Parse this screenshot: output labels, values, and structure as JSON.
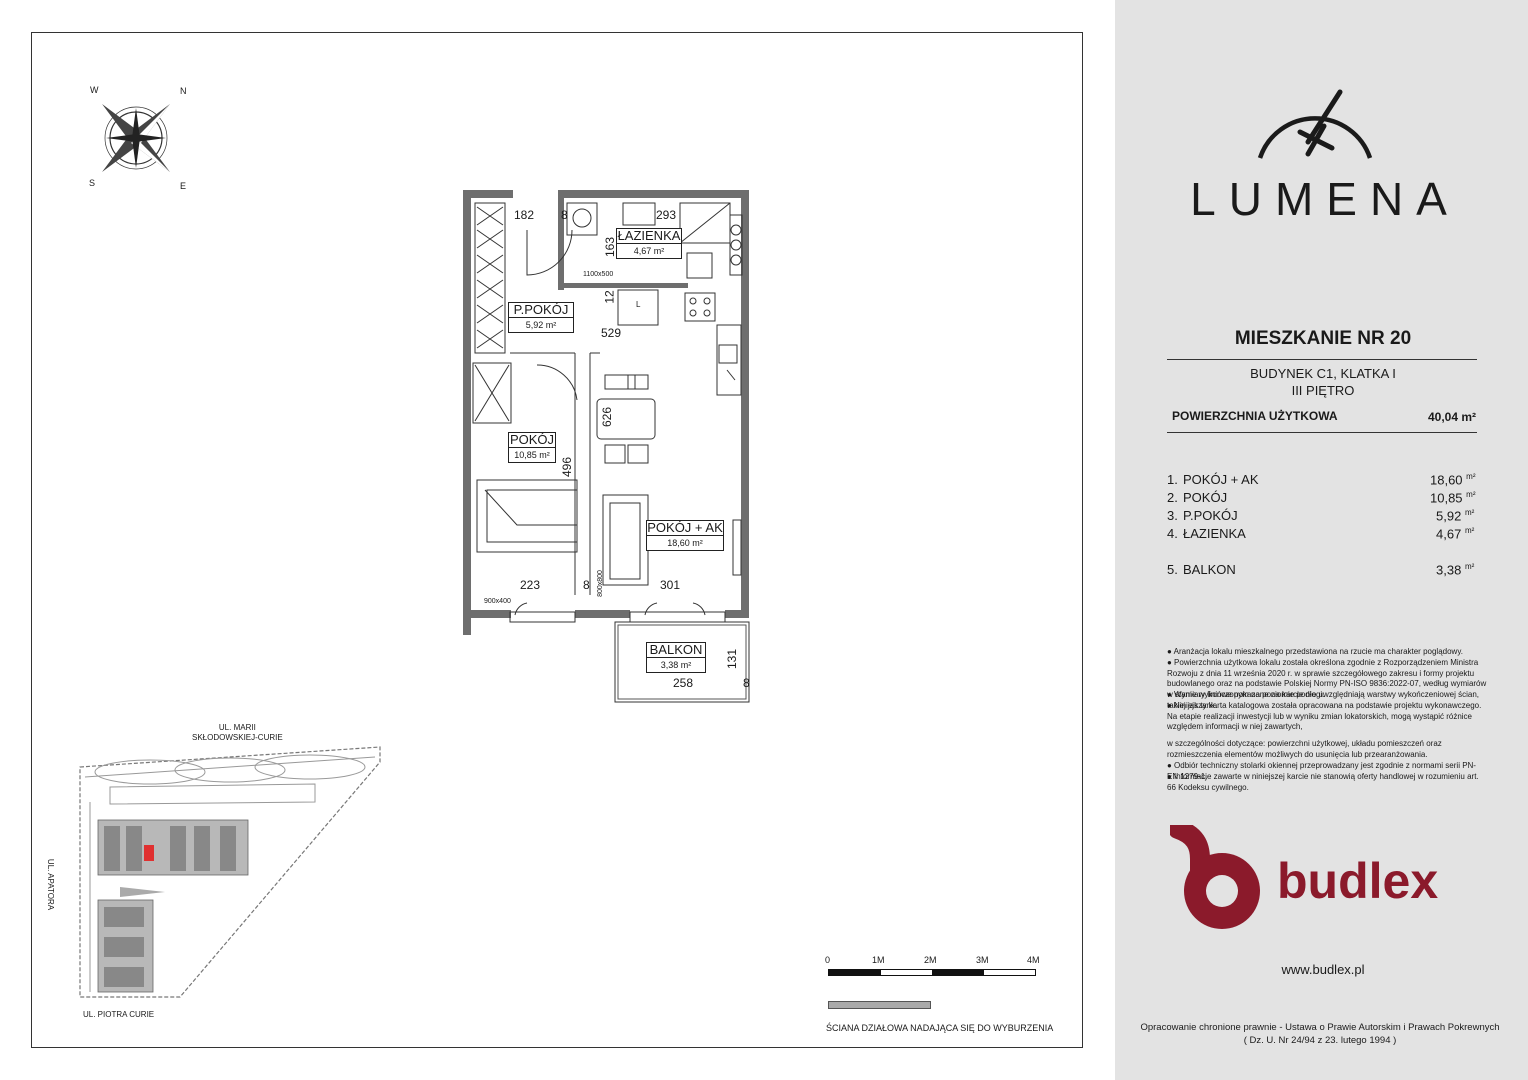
{
  "compass": {
    "n": "N",
    "e": "E",
    "s": "S",
    "w": "W"
  },
  "plan": {
    "dims": {
      "d182": "182",
      "d8a": "8",
      "d293": "293",
      "d163": "163",
      "d12": "12",
      "d529": "529",
      "d626": "626",
      "d496": "496",
      "d223": "223",
      "d8b": "8",
      "d301": "301",
      "d131": "131",
      "d258": "258",
      "d8c": "8",
      "win1": "1100x500",
      "win2": "900x400",
      "win3": "800x800"
    },
    "rooms": {
      "lazienka": {
        "name": "ŁAZIENKA",
        "area": "4,67 m²"
      },
      "ppokoj": {
        "name": "P.POKÓJ",
        "area": "5,92 m²"
      },
      "pokoj": {
        "name": "POKÓJ",
        "area": "10,85 m²"
      },
      "pokoj_ak": {
        "name": "POKÓJ + AK",
        "area": "18,60 m²"
      },
      "balkon": {
        "name": "BALKON",
        "area": "3,38 m²"
      }
    },
    "fridge": "L"
  },
  "siteplan": {
    "street_top": "UL. MARII\nSKŁODOWSKIEJ-CURIE",
    "street_left": "UL. APATORA",
    "street_bottom": "UL. PIOTRA CURIE"
  },
  "scale": {
    "ticks": [
      "0",
      "1M",
      "2M",
      "3M",
      "4M"
    ],
    "legend": "ŚCIANA DZIAŁOWA NADAJĄCA SIĘ DO WYBURZENIA"
  },
  "panel": {
    "brand": "LUMENA",
    "title": "MIESZKANIE NR 20",
    "building": "BUDYNEK C1, KLATKA I",
    "floor": "III PIĘTRO",
    "area_label": "POWIERZCHNIA UŻYTKOWA",
    "area_value": "40,04 m²",
    "rooms": [
      {
        "no": "1.",
        "name": "POKÓJ + AK",
        "area": "18,60",
        "unit": "m²"
      },
      {
        "no": "2.",
        "name": "POKÓJ",
        "area": "10,85",
        "unit": "m²"
      },
      {
        "no": "3.",
        "name": "P.POKÓJ",
        "area": "5,92",
        "unit": "m²"
      },
      {
        "no": "4.",
        "name": "ŁAZIENKA",
        "area": "4,67",
        "unit": "m²"
      },
      {
        "no": "5.",
        "name": "BALKON",
        "area": "3,38",
        "unit": "m²"
      }
    ],
    "notes": [
      "● Aranżacja lokalu mieszkalnego przedstawiona na rzucie ma charakter poglądowy.",
      "● Powierzchnia użytkowa lokalu została określona zgodnie z Rozporządzeniem Ministra Rozwoju z dnia 11 września 2020 r. w sprawie szczegółowego zakresu i formy projektu budowlanego oraz na podstawie Polskiej Normy PN-ISO 9836:2022-07, według wymiarów w stanie wykończonym na poziomie podłogi.",
      "● Wymiary liniowe pokazane na karcie nie uwzględniają warstwy wykończeniowej ścian, takiej jak tynk.",
      "● Niniejsza karta katalogowa została opracowana na podstawie projektu wykonawczego. Na etapie realizacji inwestycji lub w wyniku zmian lokatorskich, mogą wystąpić różnice względem informacji w niej zawartych,",
      "w szczególności dotyczące: powierzchni użytkowej, układu pomieszczeń oraz rozmieszczenia elementów możliwych do usunięcia lub przearanżowania.",
      "● Odbiór techniczny stolarki okiennej przeprowadzany jest zgodnie z normami serii PN-EN 1279-1.",
      "● Informacje zawarte w niniejszej karcie nie stanowią oferty handlowej w rozumieniu art. 66 Kodeksu cywilnego."
    ],
    "developer": "budlex",
    "website": "www.budlex.pl",
    "copyright1": "Opracowanie chronione prawnie - Ustawa o Prawie Autorskim i Prawach Pokrewnych",
    "copyright2": "( Dz. U. Nr 24/94 z 23. lutego 1994 )"
  },
  "colors": {
    "brand_red": "#8b1a2b",
    "wall": "#6e6e6e",
    "panel_bg": "#e3e3e3"
  }
}
